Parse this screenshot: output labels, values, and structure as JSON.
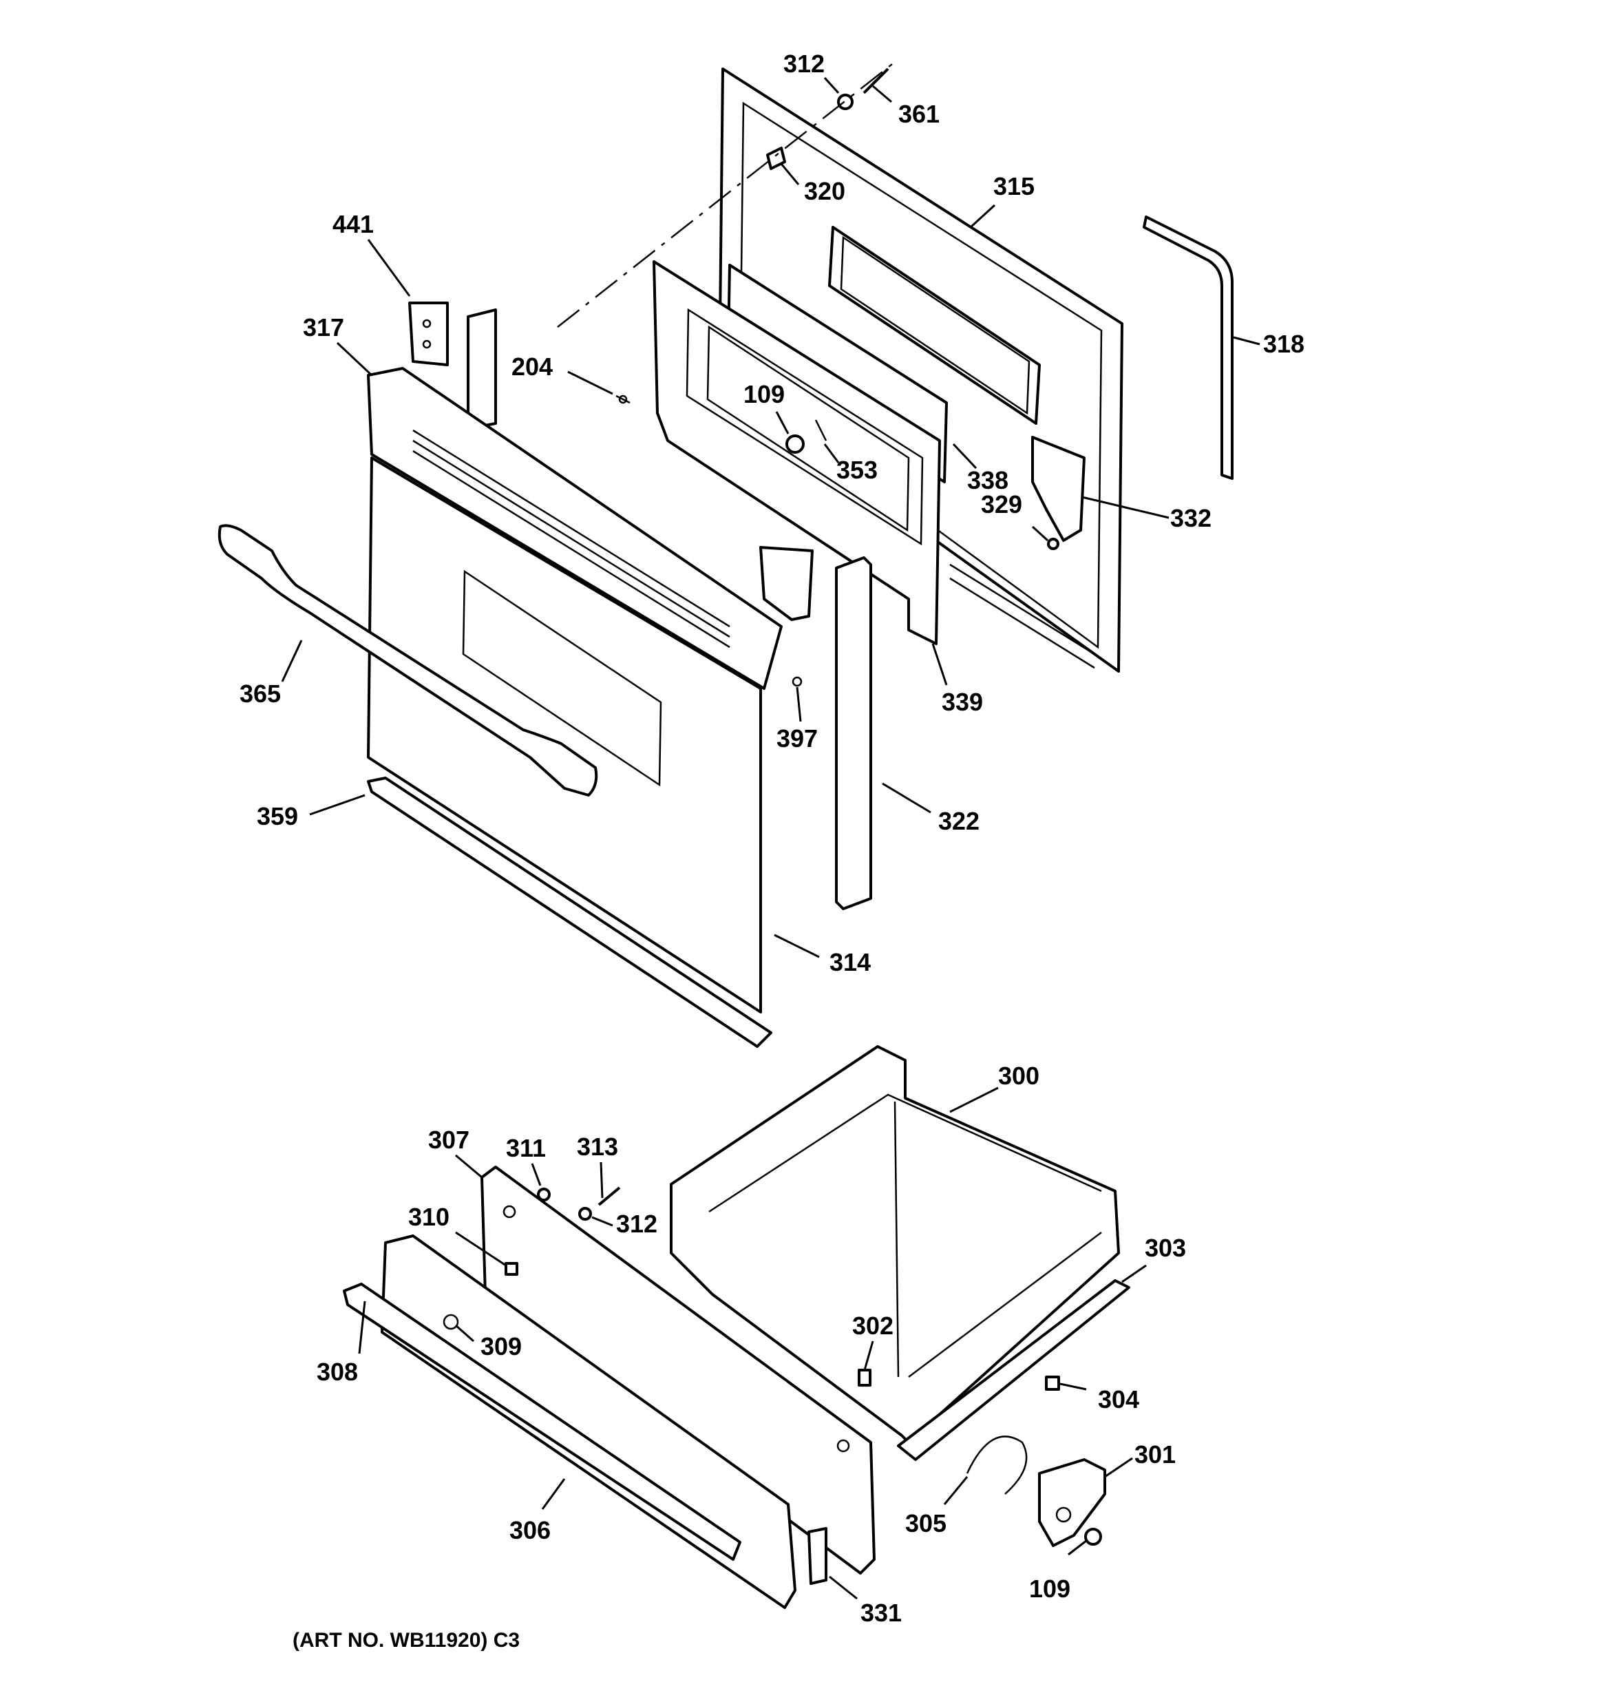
{
  "caption": "(ART NO. WB11920) C3",
  "callouts": [
    {
      "id": "c312a",
      "text": "312"
    },
    {
      "id": "c361",
      "text": "361"
    },
    {
      "id": "c320",
      "text": "320"
    },
    {
      "id": "c315",
      "text": "315"
    },
    {
      "id": "c441",
      "text": "441"
    },
    {
      "id": "c318",
      "text": "318"
    },
    {
      "id": "c317",
      "text": "317"
    },
    {
      "id": "c204",
      "text": "204"
    },
    {
      "id": "c109a",
      "text": "109"
    },
    {
      "id": "c353",
      "text": "353"
    },
    {
      "id": "c338",
      "text": "338"
    },
    {
      "id": "c329",
      "text": "329"
    },
    {
      "id": "c332",
      "text": "332"
    },
    {
      "id": "c365",
      "text": "365"
    },
    {
      "id": "c339",
      "text": "339"
    },
    {
      "id": "c397",
      "text": "397"
    },
    {
      "id": "c359",
      "text": "359"
    },
    {
      "id": "c322",
      "text": "322"
    },
    {
      "id": "c314",
      "text": "314"
    },
    {
      "id": "c300",
      "text": "300"
    },
    {
      "id": "c307",
      "text": "307"
    },
    {
      "id": "c311",
      "text": "311"
    },
    {
      "id": "c313",
      "text": "313"
    },
    {
      "id": "c310",
      "text": "310"
    },
    {
      "id": "c312b",
      "text": "312"
    },
    {
      "id": "c303",
      "text": "303"
    },
    {
      "id": "c302",
      "text": "302"
    },
    {
      "id": "c309",
      "text": "309"
    },
    {
      "id": "c308",
      "text": "308"
    },
    {
      "id": "c304",
      "text": "304"
    },
    {
      "id": "c301",
      "text": "301"
    },
    {
      "id": "c305",
      "text": "305"
    },
    {
      "id": "c306",
      "text": "306"
    },
    {
      "id": "c109b",
      "text": "109"
    },
    {
      "id": "c331",
      "text": "331"
    }
  ]
}
